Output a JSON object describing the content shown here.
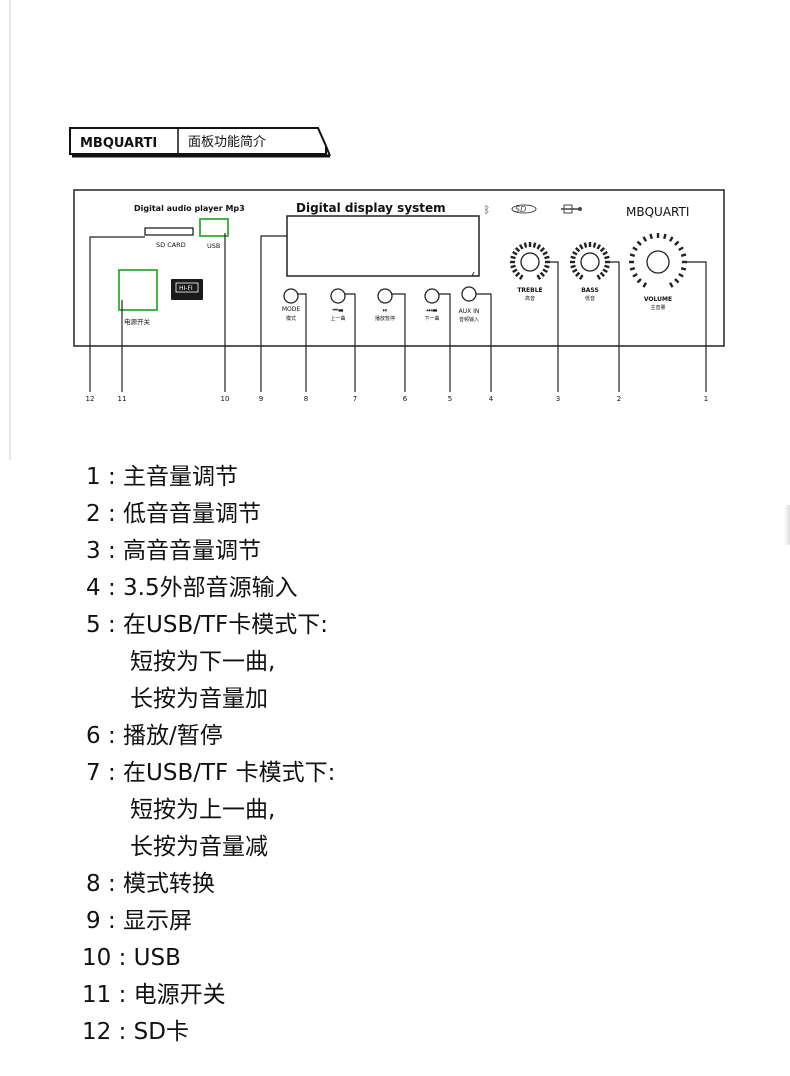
{
  "header": {
    "brand": "MBQUARTI",
    "title": "面板功能简介"
  },
  "panel": {
    "left_section_title": "Digital audio player Mp3",
    "sd_card_label": "SD CARD",
    "usb_label": "USB",
    "hifi_badge": "HI-FI",
    "power_label": "电源开关",
    "display_title": "Digital display system",
    "brand": "MBQUARTI",
    "bt_icon": "bluetooth-icon",
    "sd_icon": "sd-logo-icon",
    "usb_icon": "usb-icon",
    "buttons": [
      {
        "key": "mode",
        "label": "MODE",
        "sub": "模式",
        "icon": ""
      },
      {
        "key": "prev",
        "label": "",
        "sub": "上一曲",
        "icon": "prev-icon"
      },
      {
        "key": "play",
        "label": "",
        "sub": "播放暂停",
        "icon": "play-pause-icon"
      },
      {
        "key": "next",
        "label": "",
        "sub": "下一曲",
        "icon": "next-icon"
      }
    ],
    "aux_in": {
      "label": "AUX IN",
      "sub": "音频输入"
    },
    "knobs": [
      {
        "key": "treble",
        "label": "TREBLE",
        "sub": "高音"
      },
      {
        "key": "bass",
        "label": "BASS",
        "sub": "低音"
      },
      {
        "key": "volume",
        "label": "VOLUME",
        "sub": "主音量"
      }
    ],
    "callout_numbers": [
      "12",
      "11",
      "10",
      "9",
      "8",
      "7",
      "6",
      "5",
      "4",
      "3",
      "2",
      "1"
    ]
  },
  "legend": [
    {
      "num": "1",
      "text": "主音量调节"
    },
    {
      "num": "2",
      "text": "低音音量调节"
    },
    {
      "num": "3",
      "text": "高音音量调节"
    },
    {
      "num": "4",
      "text": "3.5外部音源输入"
    },
    {
      "num": "5",
      "text": "在USB/TF卡模式下:",
      "lines": [
        "短按为下一曲,",
        "长按为音量加"
      ]
    },
    {
      "num": "6",
      "text": "播放/暂停"
    },
    {
      "num": "7",
      "text": "在USB/TF 卡模式下:",
      "lines": [
        "短按为上一曲,",
        "长按为音量减"
      ]
    },
    {
      "num": "8",
      "text": "模式转换"
    },
    {
      "num": "9",
      "text": "显示屏"
    },
    {
      "num": "10",
      "text": "USB"
    },
    {
      "num": "11",
      "text": "电源开关"
    },
    {
      "num": "12",
      "text": "SD卡"
    }
  ]
}
